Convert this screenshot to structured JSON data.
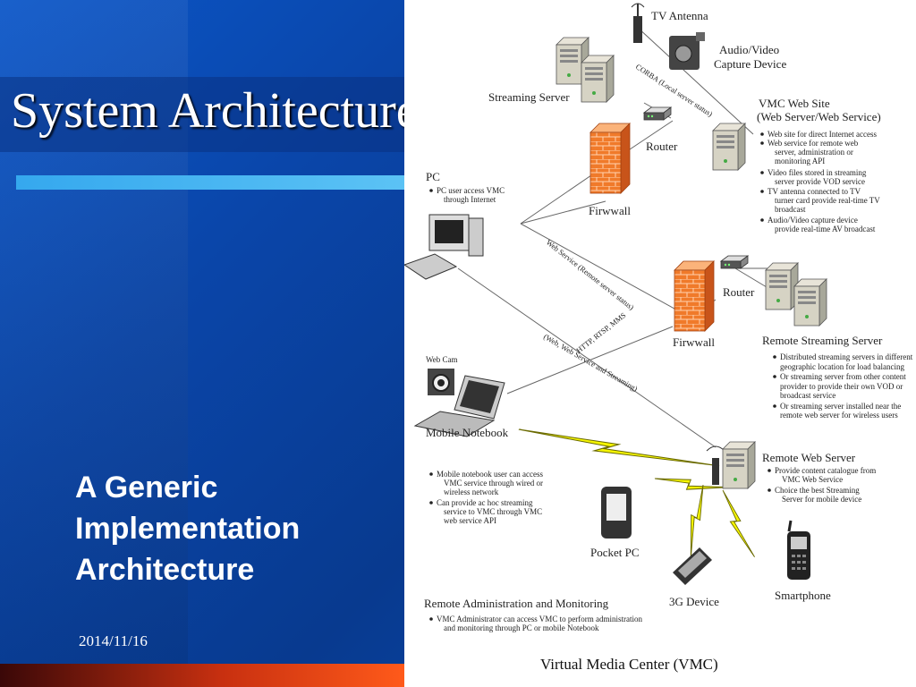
{
  "slide": {
    "title": "System Architecture",
    "subtitle_lines": [
      "A Generic",
      "Implementation",
      "Architecture"
    ],
    "date": "2014/11/16"
  },
  "diagram": {
    "caption": "Virtual Media Center (VMC)",
    "nodes": {
      "tv_antenna": "TV Antenna",
      "av_capture": [
        "Audio/Video",
        "Capture Device"
      ],
      "streaming_server": "Streaming Server",
      "vmc_web_site": [
        "VMC Web Site",
        "(Web Server/Web Service)"
      ],
      "router_top": "Router",
      "firewall_top": "Firwwall",
      "pc": "PC",
      "router_mid": "Router",
      "firewall_mid": "Firwwall",
      "remote_streaming_server": "Remote Streaming Server",
      "web_cam": "Web Cam",
      "mobile_notebook": "Mobile Notebook",
      "remote_web_server": "Remote Web Server",
      "pocket_pc": "Pocket PC",
      "device_3g": "3G Device",
      "smartphone": "Smartphone",
      "remote_admin": "Remote Administration and Monitoring"
    },
    "links": {
      "corba": "CORBA (Local server status)",
      "web_service": "Web Service (Remote server status)",
      "http": "HTTP, RTSP, MMS",
      "web_web_service": "(Web, Web Service and Streaming)"
    },
    "notes": {
      "vmc_web_site": [
        [
          "Web site for direct Internet access"
        ],
        [
          "Web service for remote web",
          "server, administration or",
          "monitoring API"
        ],
        [
          "Video files stored in streaming",
          "server provide VOD service"
        ],
        [
          "TV antenna connected to TV",
          "turner card provide real-time TV",
          "broadcast"
        ],
        [
          "Audio/Video capture device",
          "provide real-time AV broadcast"
        ]
      ],
      "pc": [
        [
          "PC user access VMC",
          "through Internet"
        ]
      ],
      "remote_streaming_server": [
        [
          "Distributed streaming servers in different",
          "geographic location for load balancing"
        ],
        [
          "Or streaming server from other content",
          "provider to provide their own VOD or",
          "broadcast service"
        ],
        [
          "Or streaming server installed near the",
          "remote web server for wireless users"
        ]
      ],
      "mobile_notebook": [
        [
          "Mobile notebook user can access",
          "VMC service through wired or",
          "wireless network"
        ],
        [
          "Can provide ac hoc streaming",
          "service to VMC through VMC",
          "web service API"
        ]
      ],
      "remote_web_server": [
        [
          "Provide content catalogue from",
          "VMC Web Service"
        ],
        [
          "Choice the best Streaming",
          "Server for mobile device"
        ]
      ],
      "remote_admin": [
        [
          "VMC Administrator can access VMC to perform administration",
          "and monitoring through PC or mobile Notebook"
        ]
      ]
    }
  }
}
